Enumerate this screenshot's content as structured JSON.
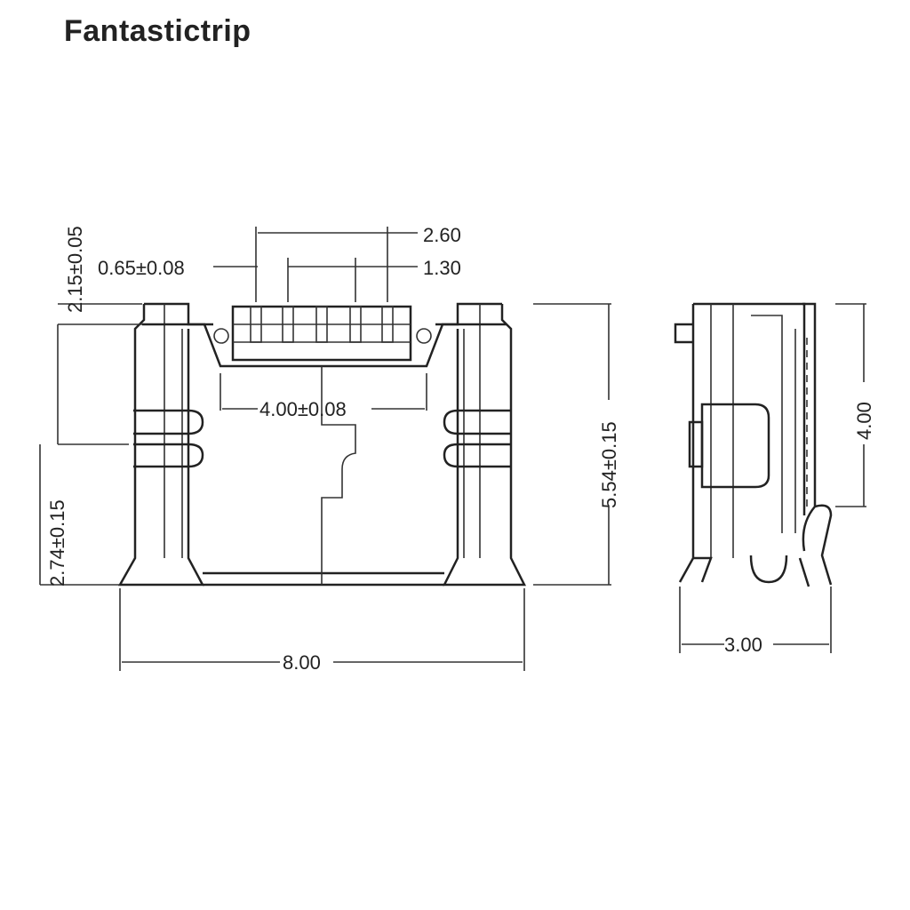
{
  "brand": "Fantastictrip",
  "dimensions": {
    "pitch_total": "2.60",
    "pitch_pair": "1.30",
    "pin_width": "0.65±0.08",
    "top_height": "2.15±0.05",
    "lower_height": "2.74±0.15",
    "overall_height": "5.54±0.15",
    "opening_width": "4.00±0.08",
    "overall_width": "8.00",
    "side_height": "4.00",
    "side_depth": "3.00"
  }
}
